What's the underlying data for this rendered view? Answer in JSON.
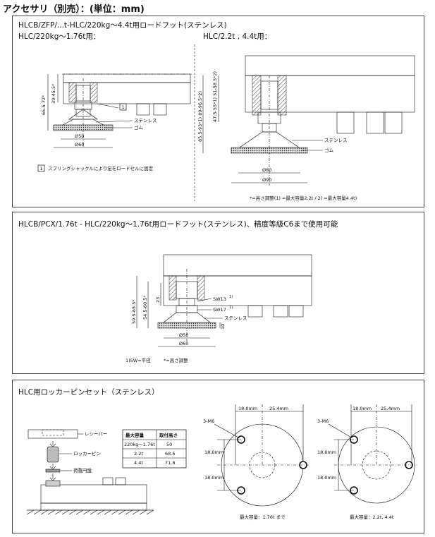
{
  "page_title": "アクセサリ（別売）：(単位：mm)",
  "panel1": {
    "title": "HLCB/ZFP/...t-HLC/220kg～4.4t用ロードフット(ステンレス)",
    "left": {
      "subtitle": "HLC/220kg～1.76t用：",
      "dim_total": "65.5-72*",
      "dim_thread": "39-45.5*",
      "label_steel": "ステンレス",
      "label_rubber": "ゴム",
      "dia_inner": "Ø50",
      "dia_outer": "Ø60",
      "note_badge": "1",
      "note_text": "スプリングシャックルにより足をロードセルに固定"
    },
    "right": {
      "subtitle": "HLC/2.2t , 4.4t用：",
      "dim_total": "85.5-93*1) 89-96.5*2)",
      "dim_thread": "47.5-55*1) 51-58.5*2)",
      "label_steel": "ステンレス",
      "label_rubber": "ゴム",
      "dia_inner": "Ø80",
      "dia_outer": "Ø90",
      "footnote": "*=高さ調整(1) =最大容量2.2t / 2) =最大容量4.4t)"
    }
  },
  "panel2": {
    "title": "HLCB/PCX/1.76t - HLC/220kg～1.76t用ロードフット(ステンレス)、精度等級C6まで使用可能",
    "dim_total": "59.5-65.5*",
    "dim_mid": "54.5-60.5*",
    "dim_small": "23",
    "label_sw13": "SW13",
    "label_sw17": "SW17",
    "sup": "1)",
    "label_steel": "ステンレス",
    "dim_foot": "10",
    "dia_inner": "Ø50",
    "dia_outer": "Ø60",
    "footnote1": "1)SW=平径",
    "footnote2": "*=高さ調整"
  },
  "panel3": {
    "title": "HLC用ロッカーピンセット（ステンレス）",
    "label_receiver": "レシーバー",
    "label_pin": "ロッカーピン",
    "label_cup": "荷重円盤",
    "table": {
      "headers": [
        "最大容量",
        "取付高さ"
      ],
      "rows": [
        [
          "220kg～1.76t",
          "50"
        ],
        [
          "2.2t",
          "68.5"
        ],
        [
          "4.4t",
          "71.8"
        ]
      ]
    },
    "disk_left": {
      "hole_label": "3-M6",
      "dim_a": "18.0mm",
      "dim_b": "25.4mm",
      "dim_c": "18.0mm",
      "dim_d": "18.0mm",
      "caption": "最大容量：1.76t まで"
    },
    "disk_right": {
      "hole_label": "3-M6",
      "dim_a": "18.0mm",
      "dim_b": "25.4mm",
      "dim_c": "18.0mm",
      "dim_d": "18.0mm",
      "caption": "最大容量：2.2t, 4.4t"
    }
  }
}
